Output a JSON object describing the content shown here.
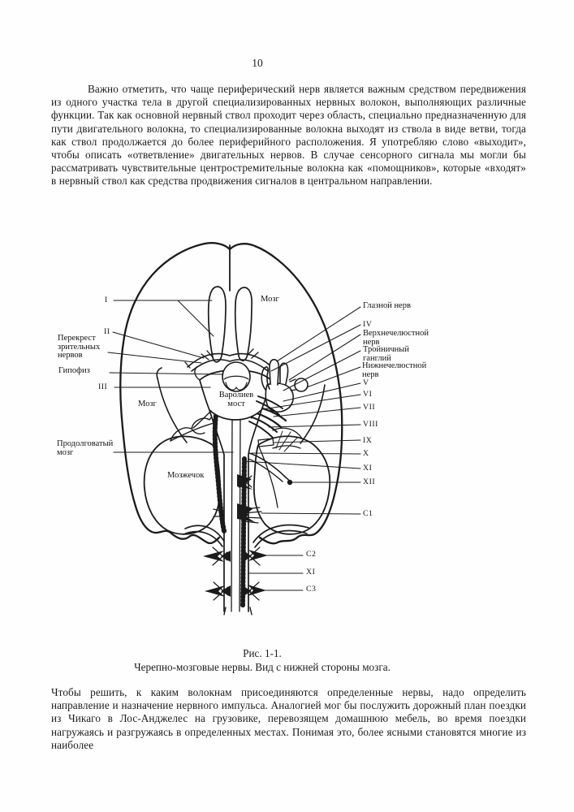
{
  "page": {
    "number": "10"
  },
  "paragraphs": {
    "p1": "Важно отметить, что чаще периферический нерв является важным средством передвижения из одного участка тела в другой специализированных нервных волокон, выполняющих различные функции. Так как основной нервный ствол проходит через область, специально предназначенную для пути двигательного волокна, то специализированные волокна выходят из ствола в виде ветви, тогда как ствол продолжается до более периферийного расположения. Я употребляю слово «выходит», чтобы описать «ответвление» двигательных нервов. В случае сенсорного сигнала мы могли бы рассматривать чувствительные центростремительные волокна как «помощников», которые «входят» в нервный ствол как средства продвижения сигналов в центральном направлении.",
    "p2": "Чтобы решить, к каким волокнам присоединяются определенные нервы, надо определить направление и назначение нервного импульса. Аналогией мог бы послужить дорожный план поездки из Чикаго в Лос-Анджелес на грузовике, перевозящем домашнюю мебель, во время поездки нагружаясь и разгружаясь в определенных местах. Понимая это, более ясными становятся многие из наиболее"
  },
  "figure": {
    "caption": {
      "line1": "Рис. 1-1.",
      "line2": "Черепно-мозговые нервы. Вид с нижней стороны мозга."
    },
    "labels": {
      "n1": "I",
      "n2": "II",
      "n3": "III",
      "n4": "IV",
      "n5": "V",
      "n6": "VI",
      "n7": "VII",
      "n8": "VIII",
      "n9": "IX",
      "n10": "X",
      "n11": "XI",
      "n12": "XII",
      "c1": "C1",
      "c2": "C2",
      "c3": "C3",
      "xi_spinal": "XI",
      "optic_chiasm": "Перекрест зрительных нервов",
      "hypophysis": "Гипофиз",
      "medulla": "Продолговатый мозг",
      "cerebellum": "Мозжечок",
      "brain_left": "Мозг",
      "brain_top": "Мозг",
      "pons": "Варолиев мост",
      "ophthalmic": "Глазной нерв",
      "maxillary": "Верхнечелюстной нерв",
      "trigeminal_ganglion": "Тройничный ганглий",
      "mandibular": "Нижнечелюстной нерв"
    }
  },
  "colors": {
    "ink": "#1b1b1b",
    "paper": "#fefefe"
  }
}
